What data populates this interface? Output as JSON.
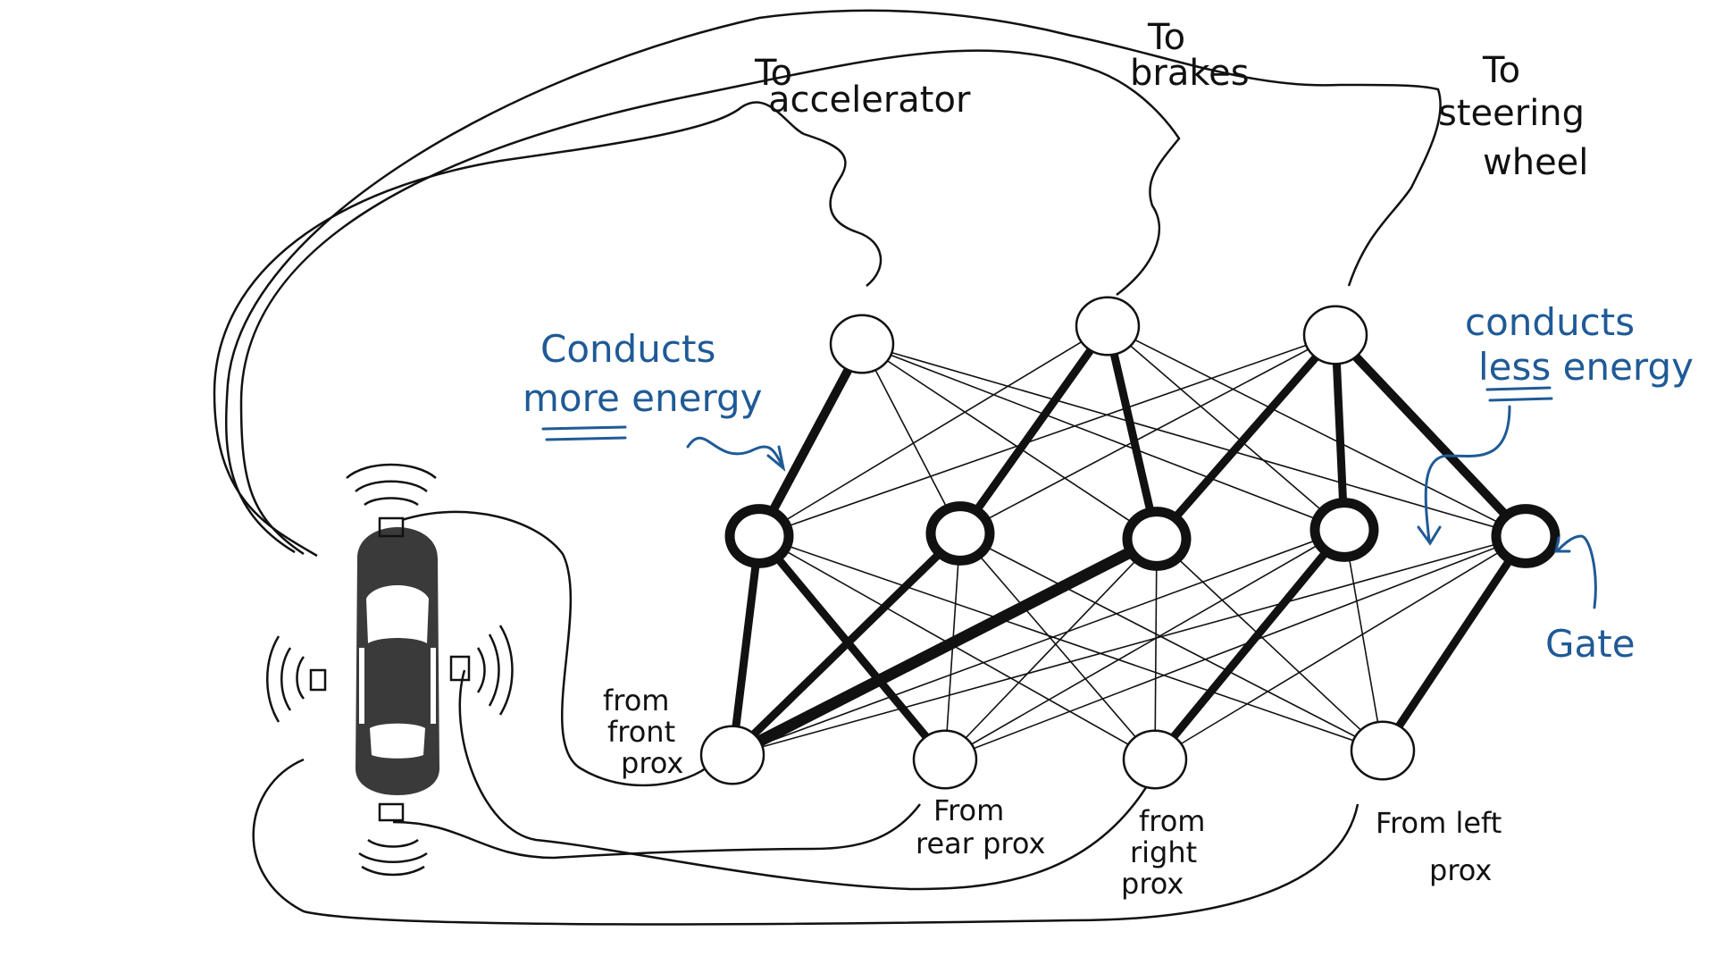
{
  "colors": {
    "ink": "#111111",
    "annotation": "#1f5a96",
    "car": "#3a3a3a",
    "node_fill": "#ffffff"
  },
  "outputs": [
    {
      "id": "accel",
      "label": [
        "To",
        "accelerator"
      ]
    },
    {
      "id": "brakes",
      "label": [
        "To",
        "brakes"
      ]
    },
    {
      "id": "steer",
      "label": [
        "To",
        "steering",
        "wheel"
      ]
    }
  ],
  "inputs": [
    {
      "id": "front",
      "label": [
        "from",
        "front",
        "prox"
      ]
    },
    {
      "id": "rear",
      "label": [
        "From",
        "rear prox"
      ]
    },
    {
      "id": "right",
      "label": [
        "from",
        "right",
        "prox"
      ]
    },
    {
      "id": "left",
      "label": [
        "From left",
        "prox"
      ]
    }
  ],
  "annotations": {
    "more": [
      "Conducts",
      "more energy"
    ],
    "less": [
      "conducts",
      "less energy"
    ],
    "gate": "Gate"
  },
  "icons": {
    "car": "car-top-view-icon",
    "sensor": "proximity-sensor-icon",
    "signal": "signal-waves-icon"
  }
}
